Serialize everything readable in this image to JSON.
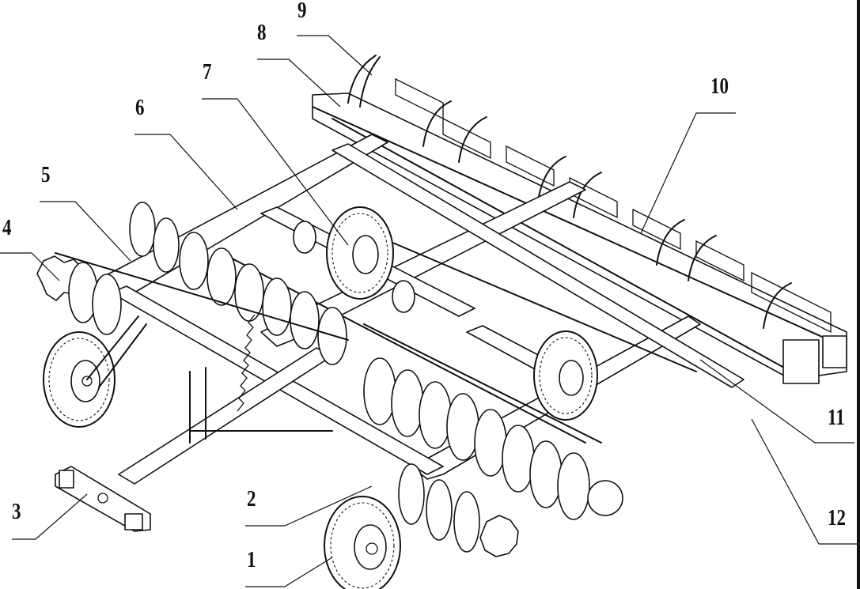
{
  "callouts": [
    {
      "label": "1"
    },
    {
      "label": "2"
    },
    {
      "label": "3"
    },
    {
      "label": "4"
    },
    {
      "label": "5"
    },
    {
      "label": "6"
    },
    {
      "label": "7"
    },
    {
      "label": "8"
    },
    {
      "label": "9"
    },
    {
      "label": "10"
    },
    {
      "label": "11"
    },
    {
      "label": "12"
    }
  ],
  "colors": {
    "line": "#111111",
    "paper": "#ffffff"
  }
}
